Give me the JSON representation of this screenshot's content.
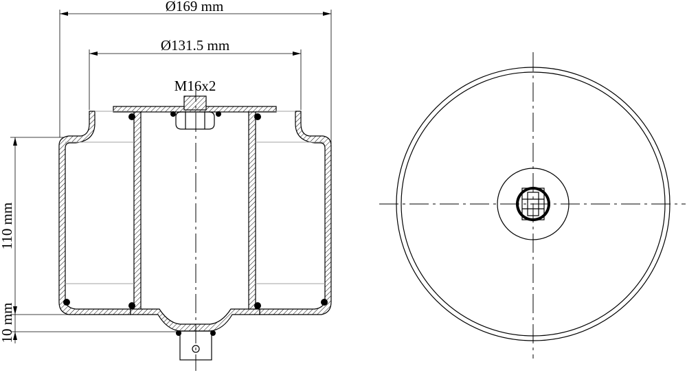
{
  "dimensions": {
    "outer_diameter": "Ø169 mm",
    "inner_diameter": "Ø131.5 mm",
    "thread": "M16x2",
    "height": "110 mm",
    "base_height": "10 mm"
  }
}
